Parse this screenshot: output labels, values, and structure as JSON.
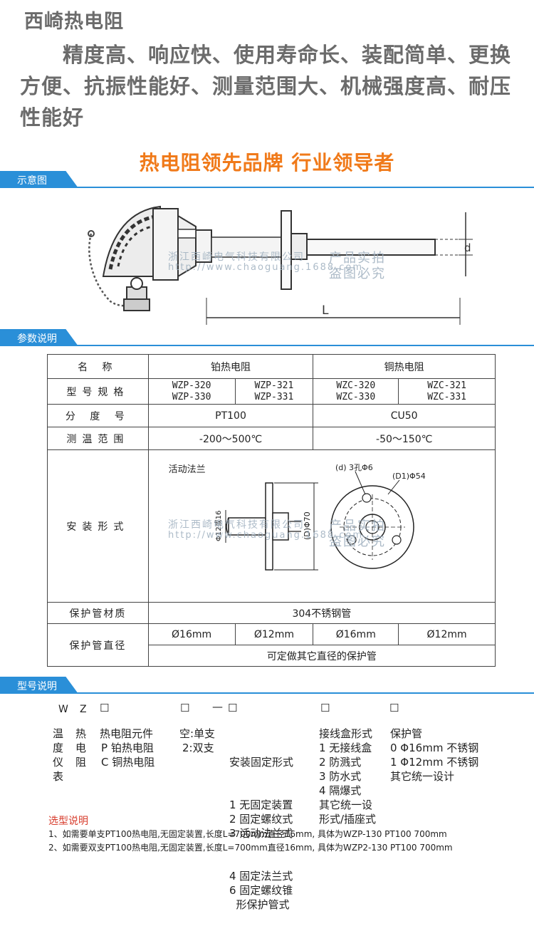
{
  "header": {
    "title": "西崎热电阻",
    "intro": "精度高、响应快、使用寿命长、装配简单、更换方便、抗振性能好、测量范围大、机械强度高、耐压性能好",
    "slogan": "热电阻领先品牌 行业领导者"
  },
  "sections": {
    "diagram": "示意图",
    "params": "参数说明",
    "model": "型号说明"
  },
  "watermark": {
    "company": "浙江西崎电气科技有限公司",
    "site": "http://www.chaoguang.1688.com",
    "notice1": "产品实拍",
    "notice2": "盗图必究"
  },
  "schematic": {
    "dim_d": "d",
    "dim_L": "L"
  },
  "table": {
    "row_name": {
      "label": "名 称",
      "pt": "铂热电阻",
      "cu": "铜热电阻"
    },
    "row_model": {
      "label": "型号规格",
      "c1": [
        "WZP-320",
        "WZP-330"
      ],
      "c2": [
        "WZP-321",
        "WZP-331"
      ],
      "c3": [
        "WZC-320",
        "WZC-330"
      ],
      "c4": [
        "WZC-321",
        "WZC-331"
      ]
    },
    "row_grade": {
      "label": "分 度 号",
      "pt": "PT100",
      "cu": "CU50"
    },
    "row_range": {
      "label": "测温范围",
      "pt": "-200～500℃",
      "cu": "-50～150℃"
    },
    "row_install": {
      "label": "安装形式",
      "flange_label": "活动法兰",
      "holes": "(d) 3孔Φ6",
      "d1": "(D1)Φ54",
      "d_side": "Φ12或16",
      "D_side": "(D)Φ70"
    },
    "row_material": {
      "label": "保护管材质",
      "value": "304不锈钢管"
    },
    "row_diameter": {
      "label": "保护管直径",
      "v1": "Ø16mm",
      "v2": "Ø12mm",
      "v3": "Ø16mm",
      "v4": "Ø12mm",
      "note": "可定做其它直径的保护管"
    }
  },
  "model": {
    "code": {
      "w": "W",
      "z": "Z",
      "box": "☐",
      "dash": "—"
    },
    "col1": [
      "温",
      "度",
      "仪",
      "表"
    ],
    "col2": [
      "热",
      "电",
      "阻"
    ],
    "col3_title": "热电阻元件",
    "col3_items": [
      "P 铂热电阻",
      "C 铜热电阻"
    ],
    "col4_items": [
      "空:单支",
      "2:双支"
    ],
    "col5_title": "安装固定形式",
    "col5_items": [
      "1 无固定装置",
      "2 固定螺纹式",
      "3 活动法兰式",
      "4 固定法兰式",
      "6 固定螺纹锥",
      "  形保护管式"
    ],
    "col6_title": "接线盒形式",
    "col6_items": [
      "1 无接线盒",
      "2 防溅式",
      "3 防水式",
      "4 隔爆式",
      "其它统一设",
      "形式/插座式"
    ],
    "col7_title": "保护管",
    "col7_items": [
      "0 Φ16mm 不锈钢",
      "1 Φ12mm 不锈钢",
      "其它统一设计"
    ]
  },
  "notes": {
    "title": "选型说明",
    "line1": "1、如需要单支PT100热电阻,无固定装置,长度L=700mm直径16mm, 具体为WZP-130 PT100 700mm",
    "line2": "2、如需要双支PT100热电阻,无固定装置,长度L=700mm直径16mm, 具体为WZP2-130 PT100 700mm"
  },
  "colors": {
    "accent": "#2a8fd8",
    "slogan": "#f07a1a",
    "note_title": "#d73b2b",
    "heading_gray": "#6b6b6b"
  }
}
